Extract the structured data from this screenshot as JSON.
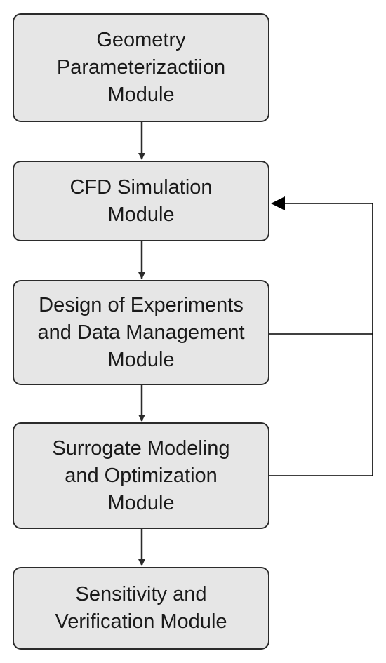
{
  "boxes": [
    {
      "id": "geometry",
      "lines": [
        "Geometry",
        "Parameterizactiion",
        "Module"
      ]
    },
    {
      "id": "cfd",
      "lines": [
        "CFD Simulation",
        "Module"
      ]
    },
    {
      "id": "doe",
      "lines": [
        "Design of Experiments",
        "and Data Management",
        "Module"
      ]
    },
    {
      "id": "surrogate",
      "lines": [
        "Surrogate Modeling",
        "and Optimization",
        "Module"
      ]
    },
    {
      "id": "sensitivity",
      "lines": [
        "Sensitivity and",
        "Verification Module"
      ]
    }
  ],
  "flows": [
    {
      "from": "geometry",
      "to": "cfd"
    },
    {
      "from": "cfd",
      "to": "doe"
    },
    {
      "from": "doe",
      "to": "surrogate"
    },
    {
      "from": "surrogate",
      "to": "sensitivity"
    }
  ],
  "feedback": [
    {
      "from": "doe",
      "to": "cfd"
    },
    {
      "from": "surrogate",
      "to": "cfd"
    }
  ],
  "colors": {
    "box_fill": "#e6e6e6",
    "stroke": "#2b2b2b",
    "text": "#1a1a1a"
  }
}
